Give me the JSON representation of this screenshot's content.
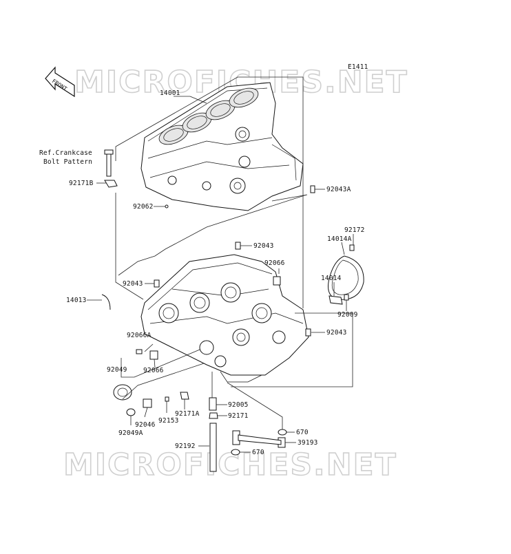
{
  "diagram": {
    "code": "E1411",
    "front_label": "FRONT",
    "watermark_top": "MICROFICHES.NET",
    "watermark_bottom": "MICROFICHES.NET",
    "ref_note": [
      "Ref.Crankcase",
      "Bolt Pattern"
    ],
    "parts": {
      "p14001": "14001",
      "p92171B": "92171B",
      "p92062": "92062",
      "p92043A": "92043A",
      "p92172": "92172",
      "p14014A": "14014A",
      "p92043_top": "92043",
      "p92066_top": "92066",
      "p92043_left": "92043",
      "p14014": "14014",
      "p14013": "14013",
      "p92009": "92009",
      "p92066A": "92066A",
      "p92043_right": "92043",
      "p92049": "92049",
      "p92066_bottom": "92066",
      "p92005": "92005",
      "p92171A": "92171A",
      "p92153": "92153",
      "p92046": "92046",
      "p92171": "92171",
      "p92049A": "92049A",
      "p670_top": "670",
      "p92192": "92192",
      "p39193": "39193",
      "p670_bottom": "670"
    }
  }
}
